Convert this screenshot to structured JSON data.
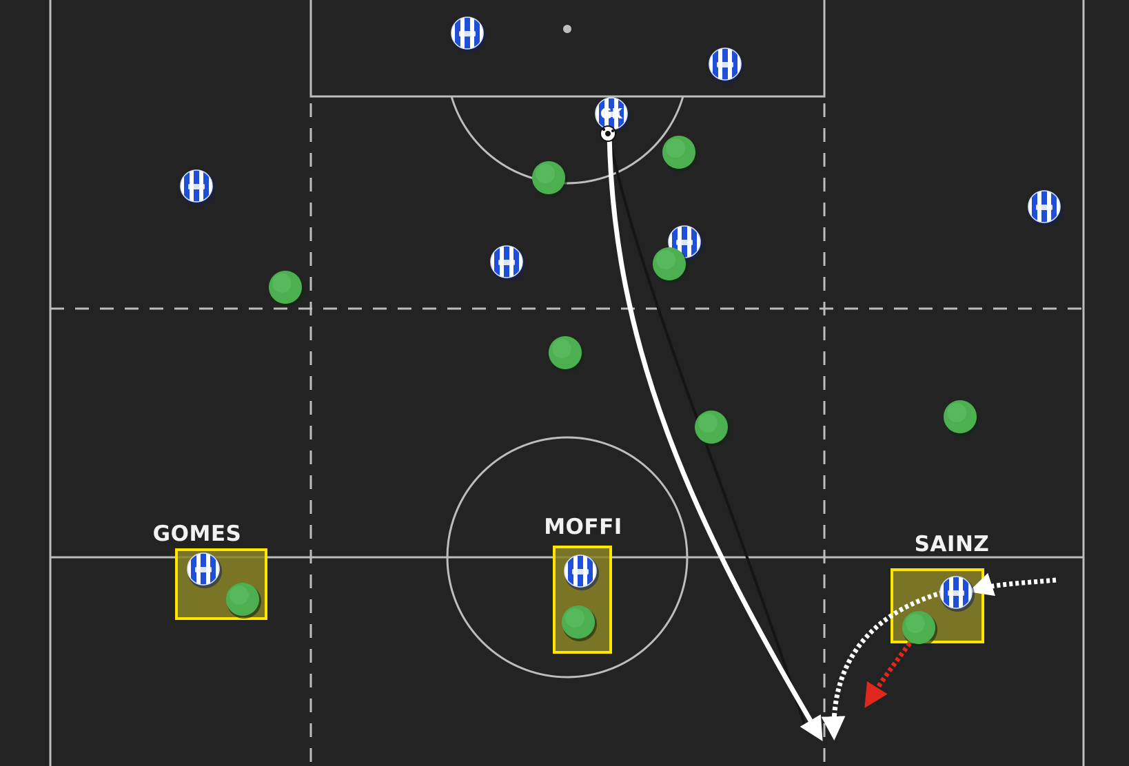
{
  "diagram": {
    "player_labels": {
      "gomes": "GOMES",
      "moffi": "MOFFI",
      "sainz": "SAINZ",
      "goalkeeper": "GK"
    },
    "teams": {
      "attacking": {
        "kit": "blue-white-striped-shirt",
        "stripe_color": "#1f4fd8",
        "base_color": "#ffffff"
      },
      "defending": {
        "kit": "plain-green-disc",
        "color": "#4caf50"
      }
    },
    "highlight_color": "#ffe600",
    "highlight_fill": "#8a8228",
    "pass_arrow_color": "#ffffff",
    "press_arrow_color": "#e0281e",
    "run_arrow_color": "#ffffff",
    "pitch_background": "#232323",
    "pitch_line_color": "#bdbdbd"
  }
}
